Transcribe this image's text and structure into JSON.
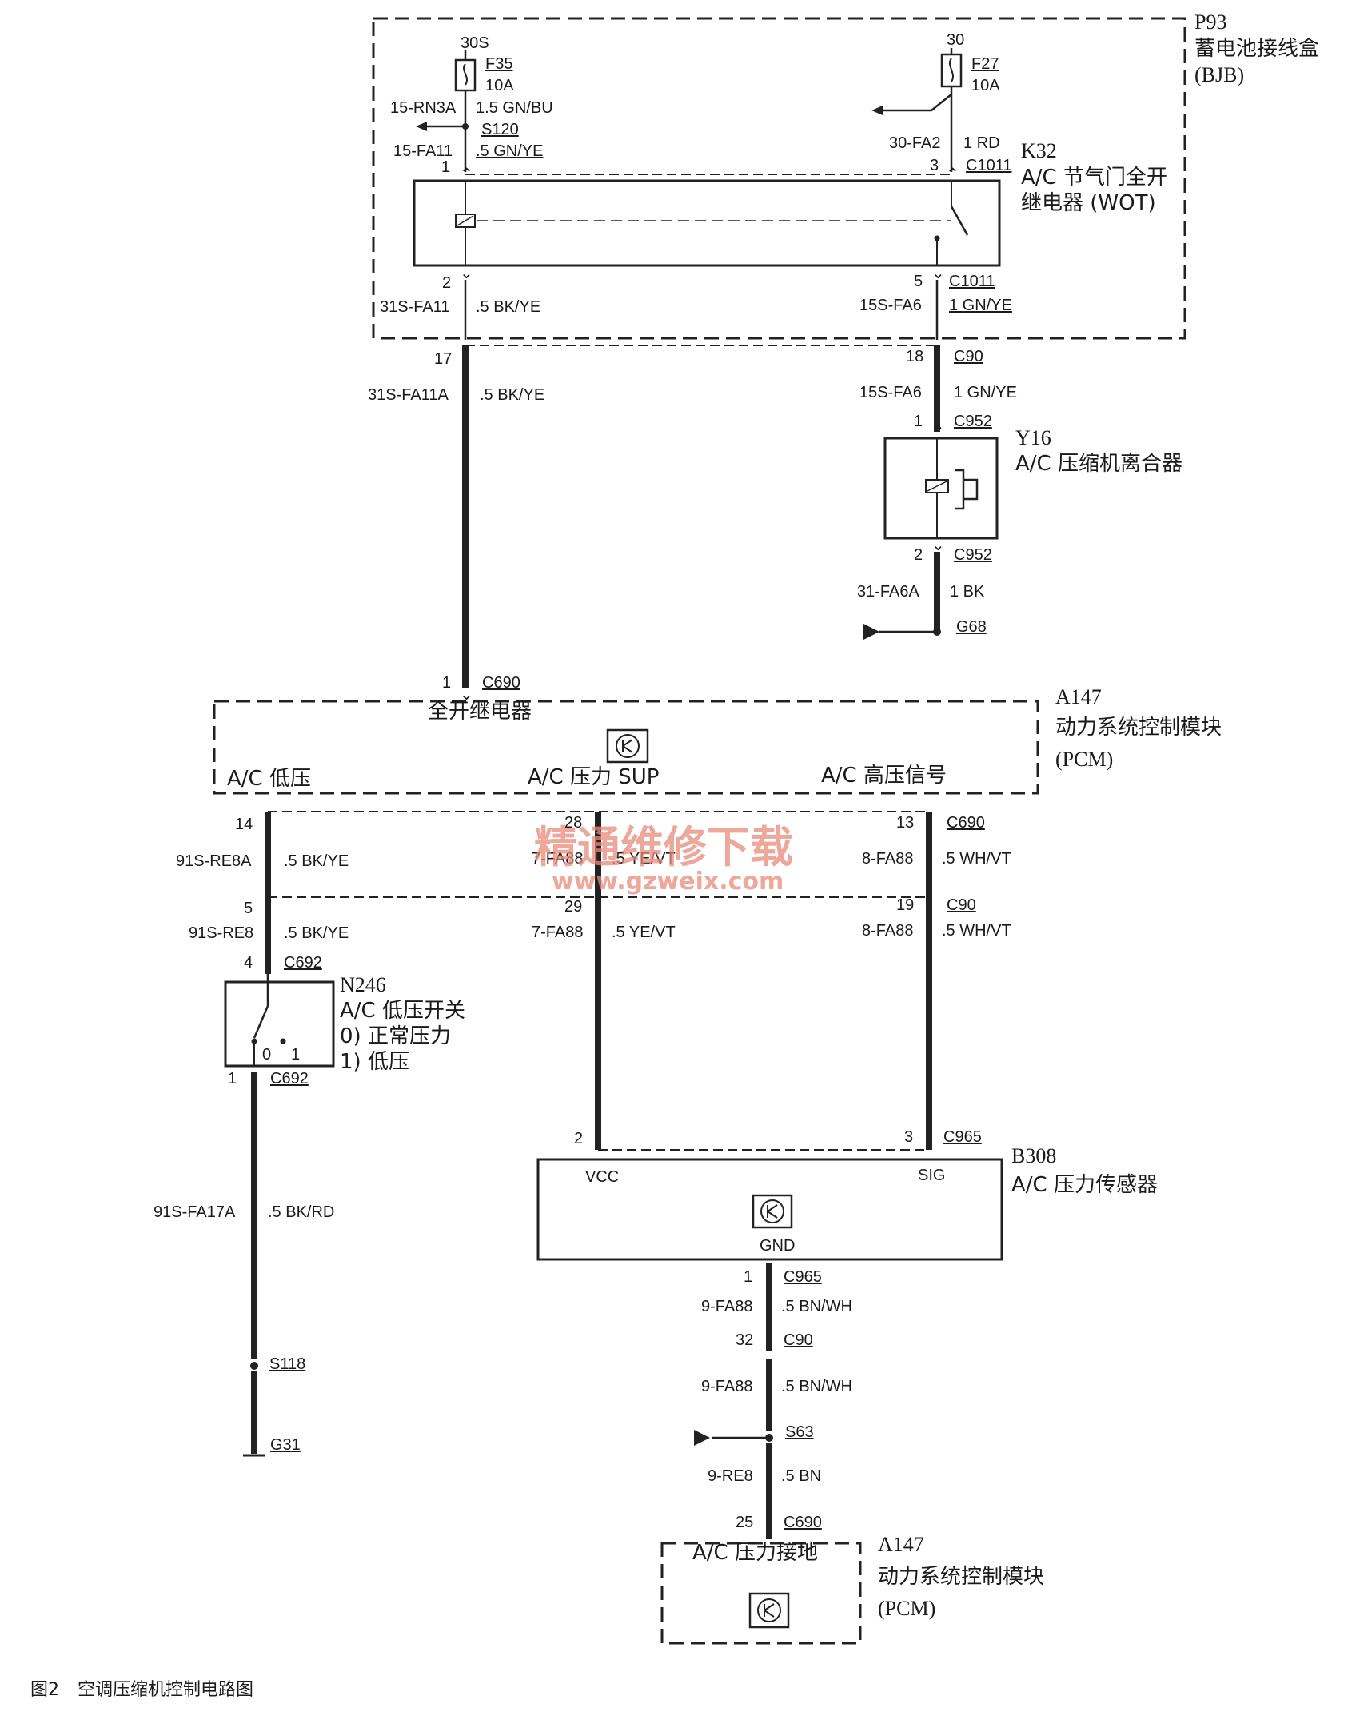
{
  "figure": {
    "caption_num": "图2",
    "caption_text": "空调压缩机控制电路图"
  },
  "watermark": {
    "cn": "精通维修下载",
    "url": "www.gzweix.com",
    "color": "#e88a7a"
  },
  "bjb": {
    "id": "P93",
    "name": "蓄电池接线盒",
    "abbr": "(BJB)"
  },
  "fuse_f35": {
    "terminal": "30S",
    "id": "F35",
    "rating": "10A"
  },
  "fuse_f27": {
    "terminal": "30",
    "id": "F27",
    "rating": "10A"
  },
  "relay_k32": {
    "id": "K32",
    "name1": "A/C 节气门全开",
    "name2": "继电器 (WOT)"
  },
  "clutch_y16": {
    "id": "Y16",
    "name": "A/C 压缩机离合器"
  },
  "pcm_top": {
    "id": "A147",
    "name": "动力系统控制模块",
    "abbr": "(PCM)",
    "relay_label": "全开继电器",
    "low_label": "A/C 低压",
    "sup_label": "A/C 压力 SUP",
    "high_label": "A/C 高压信号"
  },
  "switch_n246": {
    "id": "N246",
    "name": "A/C 低压开关",
    "state0": "0)  正常压力",
    "state1": "1)  低压",
    "pos0": "0",
    "pos1": "1"
  },
  "sensor_b308": {
    "id": "B308",
    "name": "A/C 压力传感器",
    "vcc": "VCC",
    "sig": "SIG",
    "gnd": "GND"
  },
  "pcm_bottom": {
    "id": "A147",
    "name": "动力系统控制模块",
    "abbr": "(PCM)",
    "gnd_label": "A/C 压力接地"
  },
  "labels": {
    "w_15rn3a": "15-RN3A",
    "w_15rn3a_spec": "1.5 GN/BU",
    "s120": "S120",
    "w_15fa11": "15-FA11",
    "w_15fa11_spec": ".5 GN/YE",
    "w_30fa2": "30-FA2",
    "w_30fa2_spec": "1 RD",
    "k32_p1": "1",
    "k32_p3": "3",
    "k32_c1011_top": "C1011",
    "k32_p2": "2",
    "k32_p5": "5",
    "k32_c1011_bot": "C1011",
    "w_31sfa11": "31S-FA11",
    "w_31sfa11_spec": ".5 BK/YE",
    "w_15sfa6_a": "15S-FA6",
    "w_15sfa6_a_spec": "1 GN/YE",
    "p17": "17",
    "p18": "18",
    "c90_a": "C90",
    "w_31sfa11a": "31S-FA11A",
    "w_31sfa11a_spec": ".5 BK/YE",
    "w_15sfa6_b": "15S-FA6",
    "w_15sfa6_b_spec": "1 GN/YE",
    "y16_p1": "1",
    "c952_a": "C952",
    "y16_p2": "2",
    "c952_b": "C952",
    "w_31fa6a": "31-FA6A",
    "w_31fa6a_spec": "1 BK",
    "g68": "G68",
    "pcm_p1": "1",
    "c690_a": "C690",
    "p14": "14",
    "p28": "28",
    "p13": "13",
    "c690_b": "C690",
    "w_91sre8a": "91S-RE8A",
    "w_91sre8a_spec": ".5 BK/YE",
    "w_7fa88_a": "7-FA88",
    "w_7fa88_a_spec": ".5 YE/VT",
    "w_8fa88_a": "8-FA88",
    "w_8fa88_a_spec": ".5 WH/VT",
    "p5": "5",
    "p29": "29",
    "p19": "19",
    "c90_b": "C90",
    "w_91sre8": "91S-RE8",
    "w_91sre8_spec": ".5 BK/YE",
    "w_7fa88_b": "7-FA88",
    "w_7fa88_b_spec": ".5 YE/VT",
    "w_8fa88_b": "8-FA88",
    "w_8fa88_b_spec": ".5 WH/VT",
    "n246_p4": "4",
    "c692_a": "C692",
    "n246_p1": "1",
    "c692_b": "C692",
    "w_91sfa17a": "91S-FA17A",
    "w_91sfa17a_spec": ".5 BK/RD",
    "s118": "S118",
    "g31": "G31",
    "b308_p2": "2",
    "b308_p3": "3",
    "c965_a": "C965",
    "b308_p1": "1",
    "c965_b": "C965",
    "w_9fa88_a": "9-FA88",
    "w_9fa88_a_spec": ".5 BN/WH",
    "p32": "32",
    "c90_c": "C90",
    "w_9fa88_b": "9-FA88",
    "w_9fa88_b_spec": ".5 BN/WH",
    "s63": "S63",
    "w_9re8": "9-RE8",
    "w_9re8_spec": ".5 BN",
    "p25": "25",
    "c690_c": "C690"
  }
}
